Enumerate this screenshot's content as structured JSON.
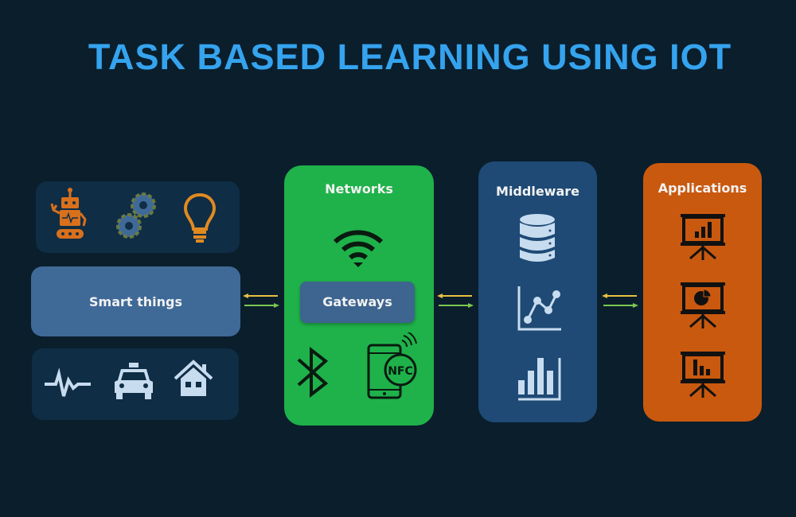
{
  "title": "TASK BASED LEARNING USING IOT",
  "smart_things": {
    "label": "Smart things",
    "top_icons": [
      "robot-icon",
      "gears-icon",
      "lightbulb-icon"
    ],
    "bottom_icons": [
      "heartbeat-icon",
      "taxi-icon",
      "house-icon"
    ]
  },
  "networks": {
    "label": "Networks",
    "gateway_label": "Gateways",
    "icons": [
      "wifi-icon",
      "bluetooth-icon",
      "nfc-phone-icon"
    ],
    "nfc_text": "NFC"
  },
  "middleware": {
    "label": "Middleware",
    "icons": [
      "database-icon",
      "line-chart-icon",
      "bar-chart-icon"
    ]
  },
  "applications": {
    "label": "Applications",
    "icons": [
      "presentation-bar-icon",
      "presentation-pie-icon",
      "presentation-bar2-icon"
    ]
  },
  "colors": {
    "background": "#0a1e2c",
    "title": "#35a3ee",
    "networks": "#1fb24a",
    "middleware": "#1e4a75",
    "applications": "#c9590f",
    "smart_things": "#3f6a98",
    "arrow_left": "#e8c040",
    "arrow_right": "#7cc850"
  }
}
